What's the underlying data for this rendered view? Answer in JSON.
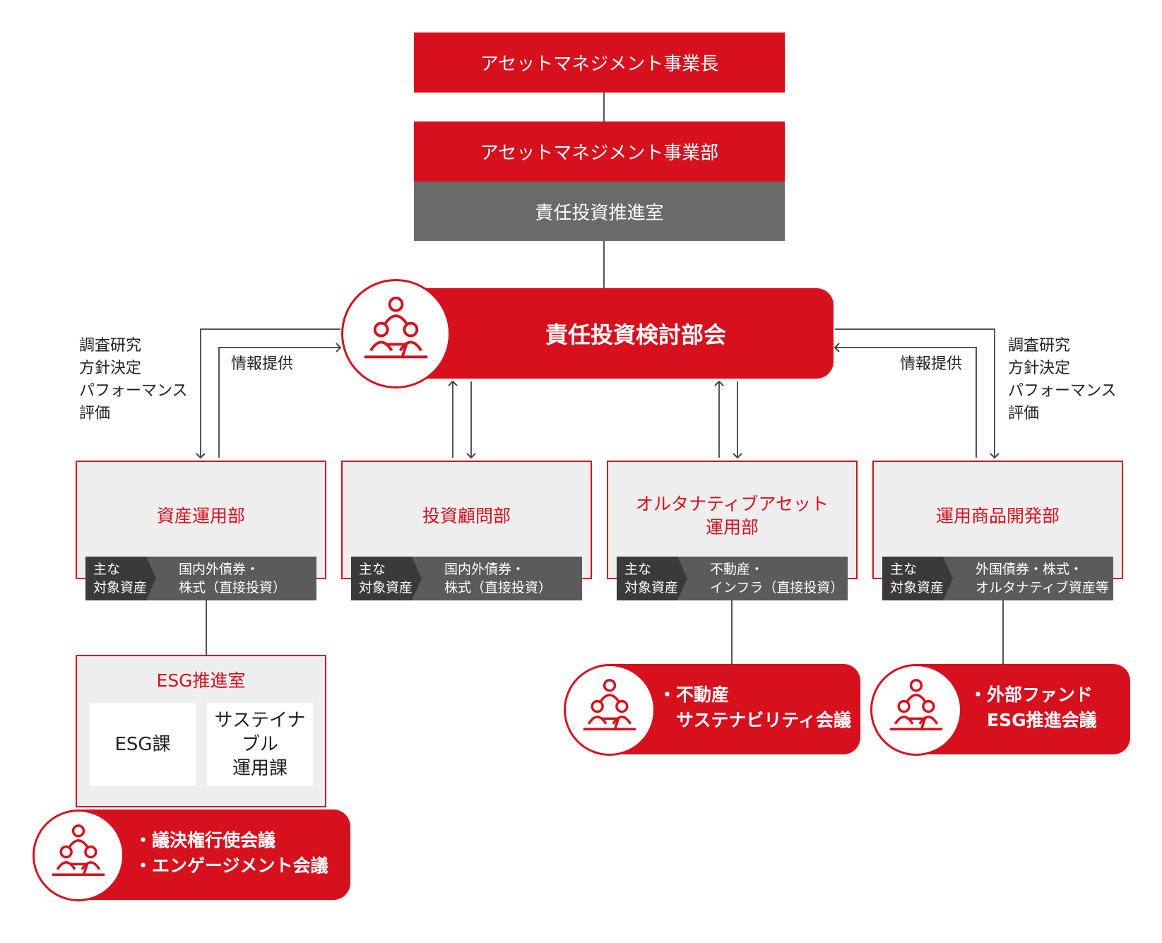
{
  "top": {
    "head": "アセットマネジメント事業長",
    "division": "アセットマネジメント事業部",
    "office": "責任投資推進室"
  },
  "main_committee": "責任投資検討部会",
  "side_labels": {
    "left_research": "調査研究\n方針決定\nパフォーマンス\n評価",
    "left_info": "情報提供",
    "right_info": "情報提供",
    "right_research": "調査研究\n方針決定\nパフォーマンス\n評価"
  },
  "departments": [
    {
      "title": "資産運用部",
      "asset_label": "主な\n対象資産",
      "assets": "国内外債券・\n株式（直接投資）"
    },
    {
      "title": "投資顧問部",
      "asset_label": "主な\n対象資産",
      "assets": "国内外債券・\n株式（直接投資）"
    },
    {
      "title": "オルタナティブアセット\n運用部",
      "asset_label": "主な\n対象資産",
      "assets": "不動産・\nインフラ（直接投資）"
    },
    {
      "title": "運用商品開発部",
      "asset_label": "主な\n対象資産",
      "assets": "外国債券・株式・\nオルタナティブ資産等"
    }
  ],
  "esg_office": {
    "title": "ESG推進室",
    "sections": [
      "ESG課",
      "サステイナ\nブル\n運用課"
    ]
  },
  "committees": [
    {
      "text": "・議決権行使会議\n・エンゲージメント会議"
    },
    {
      "text": "・不動産\n　サステナビリティ会議"
    },
    {
      "text": "・外部ファンド\n　ESG推進会議"
    }
  ],
  "colors": {
    "accent": "#d7101e",
    "gray": "#6a6a6a",
    "panel": "#eeeeee"
  },
  "icons": {
    "meeting": "meeting-people-icon"
  }
}
